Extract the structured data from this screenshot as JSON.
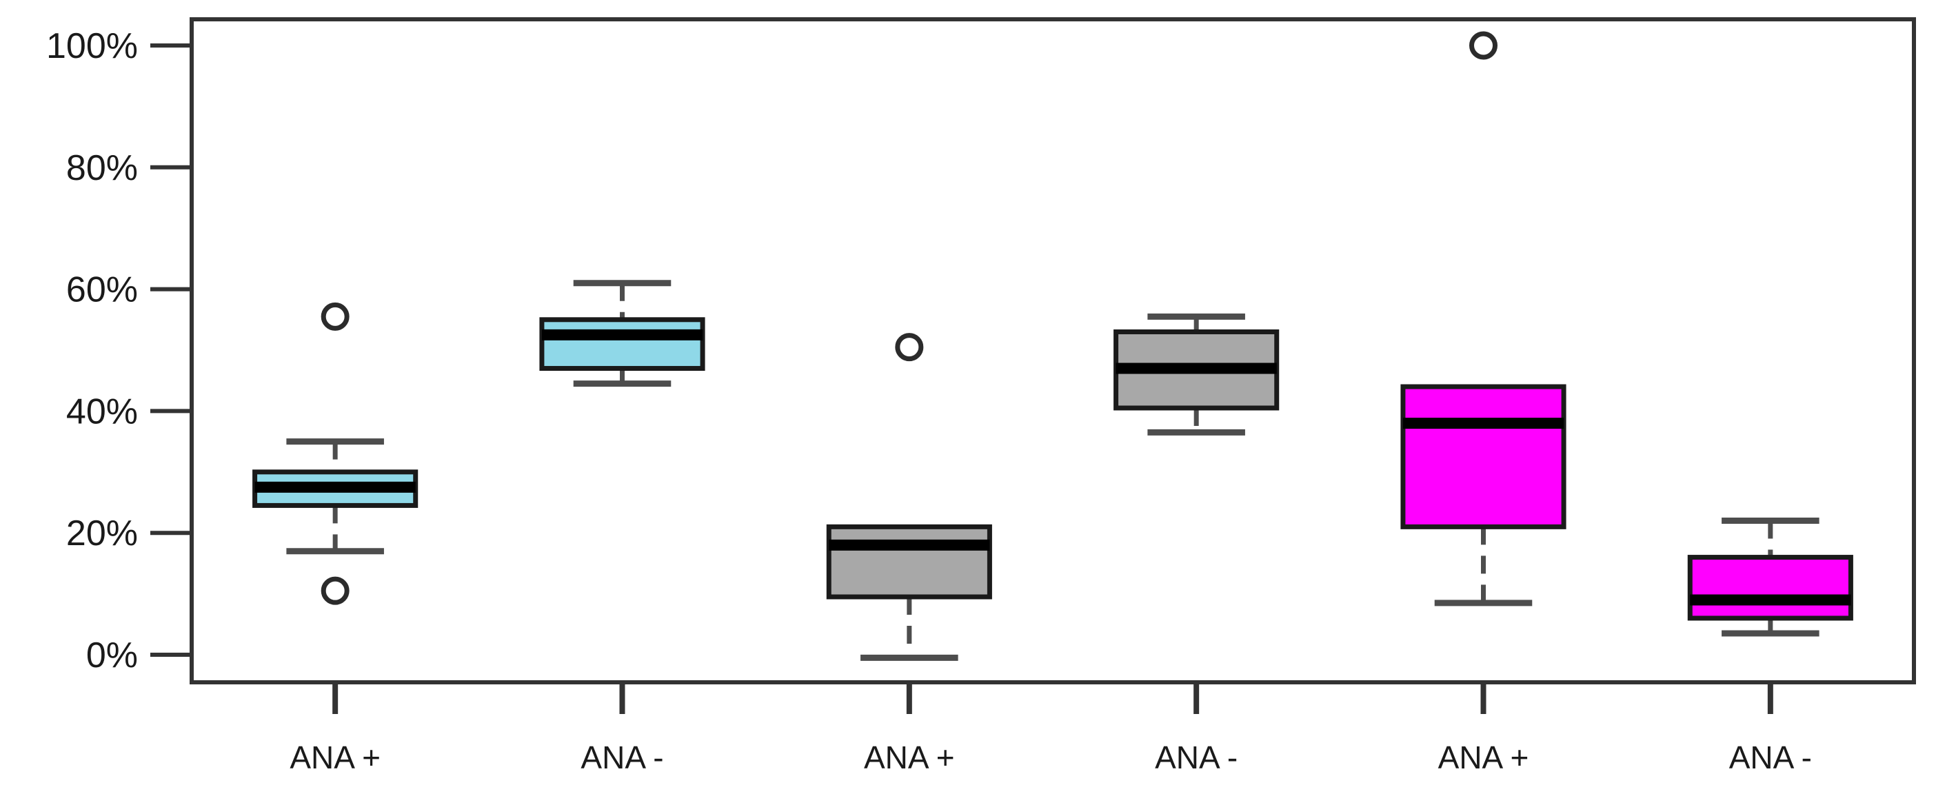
{
  "chart_data": {
    "type": "boxplot",
    "title": "",
    "xlabel": "",
    "ylabel": "",
    "ylim": [
      0,
      100
    ],
    "yunit": "%",
    "grid": false,
    "legend": "none",
    "ytick_labels": [
      "100%",
      "80%",
      "60%",
      "40%",
      "20%",
      "0%"
    ],
    "ytick_values": [
      100,
      80,
      60,
      40,
      20,
      0
    ],
    "categories": [
      "ANA +",
      "ANA -",
      "ANA +",
      "ANA -",
      "ANA +",
      "ANA -"
    ],
    "colors": {
      "cyan": "#8FD8E8",
      "gray": "#A8A8A8",
      "magenta": "#FF00FF",
      "outline": "#1A1A1A",
      "whisker": "#4D4D4D",
      "axis": "#333333",
      "background": "#FFFFFF"
    },
    "boxes": [
      {
        "label": "ANA +",
        "fill": "#8FD8E8",
        "whisker_high": 35.0,
        "q3": 30.0,
        "median": 27.5,
        "q1": 24.5,
        "whisker_low": 17.0,
        "outliers": [
          55.5,
          10.5
        ]
      },
      {
        "label": "ANA -",
        "fill": "#8FD8E8",
        "whisker_high": 61.0,
        "q3": 55.0,
        "median": 52.5,
        "q1": 47.0,
        "whisker_low": 44.5,
        "outliers": []
      },
      {
        "label": "ANA +",
        "fill": "#A8A8A8",
        "whisker_high": 21.0,
        "q3": 21.0,
        "median": 18.0,
        "q1": 9.5,
        "whisker_low": -0.5,
        "outliers": [
          50.5
        ]
      },
      {
        "label": "ANA -",
        "fill": "#A8A8A8",
        "whisker_high": 55.5,
        "q3": 53.0,
        "median": 47.0,
        "q1": 40.5,
        "whisker_low": 36.5,
        "outliers": []
      },
      {
        "label": "ANA +",
        "fill": "#FF00FF",
        "whisker_high": 44.0,
        "q3": 44.0,
        "median": 38.0,
        "q1": 21.0,
        "whisker_low": 8.5,
        "outliers": [
          100.0
        ]
      },
      {
        "label": "ANA -",
        "fill": "#FF00FF",
        "whisker_high": 22.0,
        "q3": 16.0,
        "median": 9.0,
        "q1": 6.0,
        "whisker_low": 3.5,
        "outliers": []
      }
    ]
  }
}
